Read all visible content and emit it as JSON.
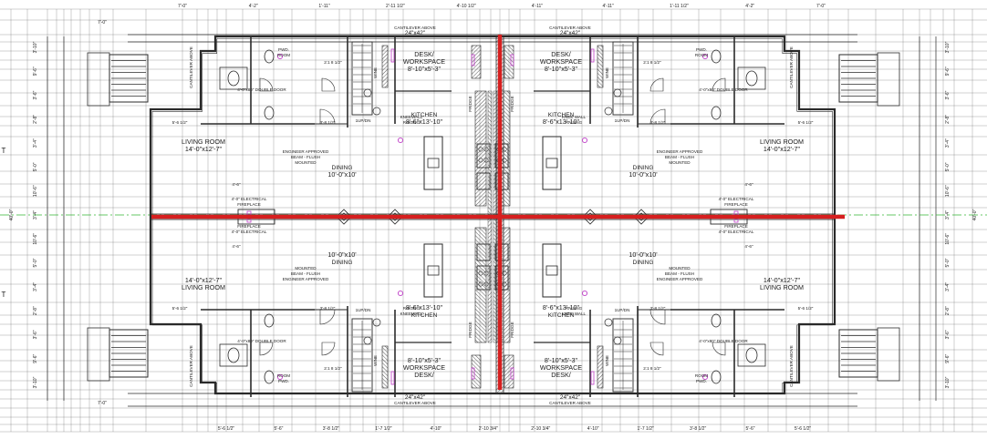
{
  "colors": {
    "ink": "#1a1a1a",
    "wall": "#2a2a2a",
    "grid": "#7a7a7a",
    "hatch": "#4a4a4a",
    "dividers": "#d61f1f",
    "fixture_accent": "#c040c8",
    "centerline": "#35b535"
  },
  "dividers": {
    "count": 2,
    "orientation": [
      "vertical",
      "horizontal"
    ]
  },
  "units": [
    {
      "position": "top-left",
      "desk": {
        "title": "DESK/",
        "title2": "WORKSPACE",
        "size": "8'-10\"x5'-3\""
      },
      "kitchen": {
        "title": "KITCHEN",
        "size": "8'-6\"x13'-10\""
      },
      "living": {
        "title": "LIVING ROOM",
        "size": "14'-0\"x12'-7\""
      },
      "dining": {
        "title": "DINING",
        "size": "10'-0\"x10'"
      },
      "powder": {
        "line1": "PWD.",
        "line2": "ROOM"
      },
      "fireplace": {
        "line1": "4'-0\" ELECTRICAL",
        "line2": "FIREPLACE"
      },
      "beam": {
        "line1": "ENGINEER APPROVED",
        "line2": "BEAM - FLUSH",
        "line3": "MOUNTED"
      },
      "railing": {
        "line1": "KNEEWALL",
        "line2": "RAILING"
      },
      "updown": "1UP/DN",
      "stair_hall": "2:1 8 1/2\"",
      "door_note": "4'-0\"x80\" DOUBLE DOOR",
      "cantilever_wall": "CANTILEVER ABOVE",
      "cantilever_top": "CANTILEVER ABOVE",
      "window": "24\"x42\"",
      "hall_dim": "3'-8 1/2\"",
      "dim_a": "5'-6 1/2\"",
      "dim_b": "4'-6\"",
      "fridge": "FRIDGE",
      "wine": "WINE"
    },
    {
      "position": "top-right",
      "desk": {
        "title": "DESK/",
        "title2": "WORKSPACE",
        "size": "8'-10\"x5'-3\""
      },
      "kitchen": {
        "title": "KITCHEN",
        "size": "8'-6\"x13'-10\""
      },
      "living": {
        "title": "LIVING ROOM",
        "size": "14'-0\"x12'-7\""
      },
      "dining": {
        "title": "DINING",
        "size": "10'-0\"x10'"
      },
      "powder": {
        "line1": "PWD.",
        "line2": "ROOM"
      },
      "fireplace": {
        "line1": "4'-0\" ELECTRICAL",
        "line2": "FIREPLACE"
      },
      "beam": {
        "line1": "ENGINEER APPROVED",
        "line2": "BEAM - FLUSH",
        "line3": "MOUNTED"
      },
      "railing": {
        "line1": "KNEE WALL",
        "line2": "RAILING"
      },
      "updown": "1UP/DN",
      "stair_hall": "2:1 8 1/2\"",
      "door_note": "4'-0\"x80\" DOUBLE DOOR",
      "cantilever_wall": "CANTILEVER ABOVE",
      "cantilever_top": "CANTILEVER ABOVE",
      "window": "24\"x42\"",
      "hall_dim": "3'-8 1/2\"",
      "dim_a": "5'-6 1/2\"",
      "dim_b": "4'-6\"",
      "fridge": "FRIDGE",
      "wine": "WINE"
    },
    {
      "position": "bottom-left",
      "desk": {
        "title": "DESK/",
        "title2": "WORKSPACE",
        "size": "8'-10\"x5'-3\""
      },
      "kitchen": {
        "title": "KITCHEN",
        "size": "8'-6\"x13'-10\""
      },
      "living": {
        "title": "LIVING ROOM",
        "size": "14'-0\"x12'-7\""
      },
      "dining": {
        "title": "DINING",
        "size": "10'-0\"x10'"
      },
      "powder": {
        "line1": "PWD.",
        "line2": "ROOM"
      },
      "fireplace": {
        "line1": "4'-0\" ELECTRICAL",
        "line2": "FIREPLACE"
      },
      "beam": {
        "line1": "ENGINEER APPROVED",
        "line2": "BEAM - FLUSH",
        "line3": "MOUNTED"
      },
      "railing": {
        "line1": "KNEEWALL",
        "line2": "RAILING"
      },
      "updown": "1UP/DN",
      "stair_hall": "2:1 8 1/2\"",
      "door_note": "4'-0\"x80\" DOUBLE DOOR",
      "cantilever_wall": "CANTILEVER ABOVE",
      "cantilever_top": "CANTILEVER ABOVE",
      "window": "24\"x42\"",
      "hall_dim": "3'-8 1/2\"",
      "dim_a": "5'-6 1/2\"",
      "dim_b": "4'-6\"",
      "fridge": "FRIDGE",
      "wine": "WINE"
    },
    {
      "position": "bottom-right",
      "desk": {
        "title": "DESK/",
        "title2": "WORKSPACE",
        "size": "8'-10\"x5'-3\""
      },
      "kitchen": {
        "title": "KITCHEN",
        "size": "8'-6\"x13'-10\""
      },
      "living": {
        "title": "LIVING ROOM",
        "size": "14'-0\"x12'-7\""
      },
      "dining": {
        "title": "DINING",
        "size": "10'-0\"x10'"
      },
      "powder": {
        "line1": "PWD.",
        "line2": "ROOM"
      },
      "fireplace": {
        "line1": "4'-0\" ELECTRICAL",
        "line2": "FIREPLACE"
      },
      "beam": {
        "line1": "ENGINEER APPROVED",
        "line2": "BEAM - FLUSH",
        "line3": "MOUNTED"
      },
      "railing": {
        "line1": "KNEE WALL",
        "line2": "RAILING"
      },
      "updown": "1UP/DN",
      "stair_hall": "2:1 8 1/2\"",
      "door_note": "4'-0\"x80\" DOUBLE DOOR",
      "cantilever_wall": "CANTILEVER ABOVE",
      "cantilever_top": "CANTILEVER ABOVE",
      "window": "24\"x42\"",
      "hall_dim": "3'-8 1/2\"",
      "dim_a": "5'-6 1/2\"",
      "dim_b": "4'-6\"",
      "fridge": "FRIDGE",
      "wine": "WINE"
    }
  ],
  "overall": {
    "depth": "40'-0\"",
    "porch_width": "7'-0\"",
    "edge_letter": "T"
  },
  "top_dims": [
    "7'-0\"",
    "4'-2\"",
    "1'-11\"",
    "2'-11 1/2\"",
    "4'-10 1/2\"",
    "4'-11\"",
    "4'-11\"",
    "1'-11 1/2\"",
    "4'-2\"",
    "7'-0\""
  ],
  "bottom_dims": [
    "5'-6 1/2\"",
    "5'-6\"",
    "3'-8 1/2\"",
    "1'-7 1/2\"",
    "4'-10\"",
    "2'-10 3/4\"",
    "2'-10 3/4\"",
    "4'-10\"",
    "1'-7 1/2\"",
    "3'-8 1/2\"",
    "5'-6\"",
    "5'-6 1/2\""
  ],
  "left_dims": [
    "3'-10\"",
    "9'-6\"",
    "3'-6\"",
    "2'-8\"",
    "3'-4\"",
    "5'-0\"",
    "10'-6\"",
    "3'-4\"",
    "10'-6\"",
    "5'-0\"",
    "3'-4\"",
    "2'-8\"",
    "3'-6\"",
    "9'-6\"",
    "3'-10\""
  ],
  "right_dims": [
    "3'-10\"",
    "9'-6\"",
    "3'-6\"",
    "2'-8\"",
    "3'-4\"",
    "5'-0\"",
    "10'-6\"",
    "3'-4\"",
    "10'-6\"",
    "5'-0\"",
    "3'-4\"",
    "2'-8\"",
    "3'-6\"",
    "9'-6\"",
    "3'-10\""
  ]
}
